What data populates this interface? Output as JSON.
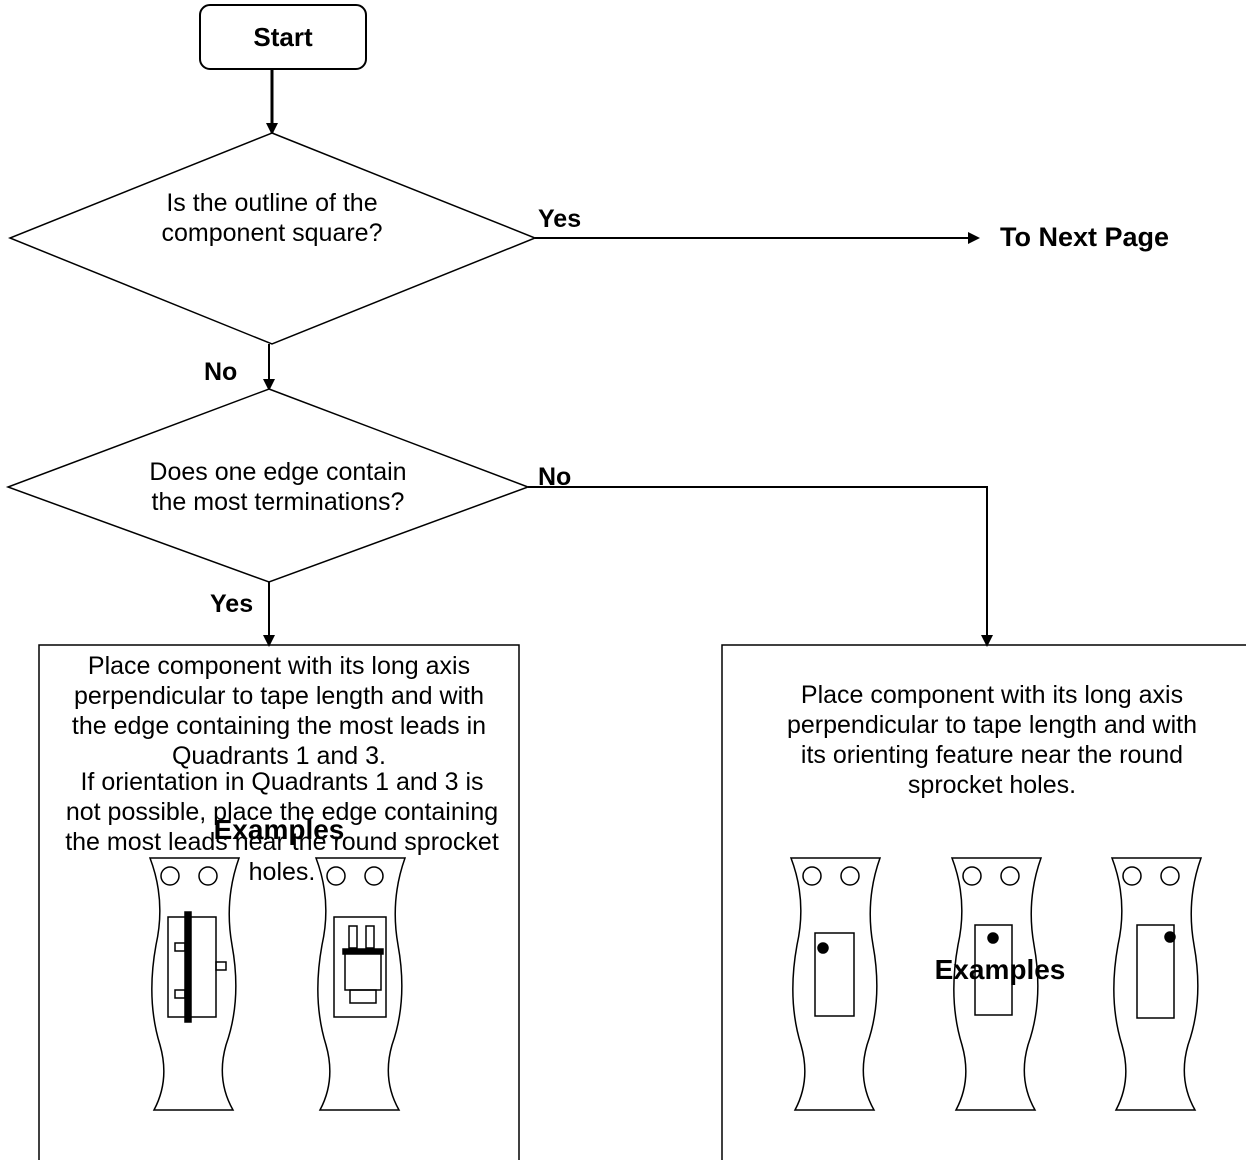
{
  "start": {
    "label": "Start"
  },
  "decision1": {
    "line1": "Is the outline of the",
    "line2": "component square?"
  },
  "decision1_yes": "Yes",
  "to_next_page": "To Next Page",
  "decision1_no": "No",
  "decision2": {
    "line1": "Does one edge contain",
    "line2": "the most terminations?"
  },
  "decision2_no": "No",
  "decision2_yes": "Yes",
  "box_left": {
    "para1": [
      "Place component with its long axis",
      "perpendicular to tape length and with",
      "the edge containing the most leads in",
      "Quadrants 1 and 3."
    ],
    "para2": [
      "If orientation in Quadrants 1 and 3 is",
      "not possible, place the edge containing",
      "the most leads near the round sprocket",
      "holes."
    ],
    "examples_title": "Examples"
  },
  "box_right": {
    "para1": [
      "Place component with its long axis",
      "perpendicular to tape length and with",
      "its orienting feature near the round",
      "sprocket holes."
    ],
    "examples_title": "Examples"
  }
}
